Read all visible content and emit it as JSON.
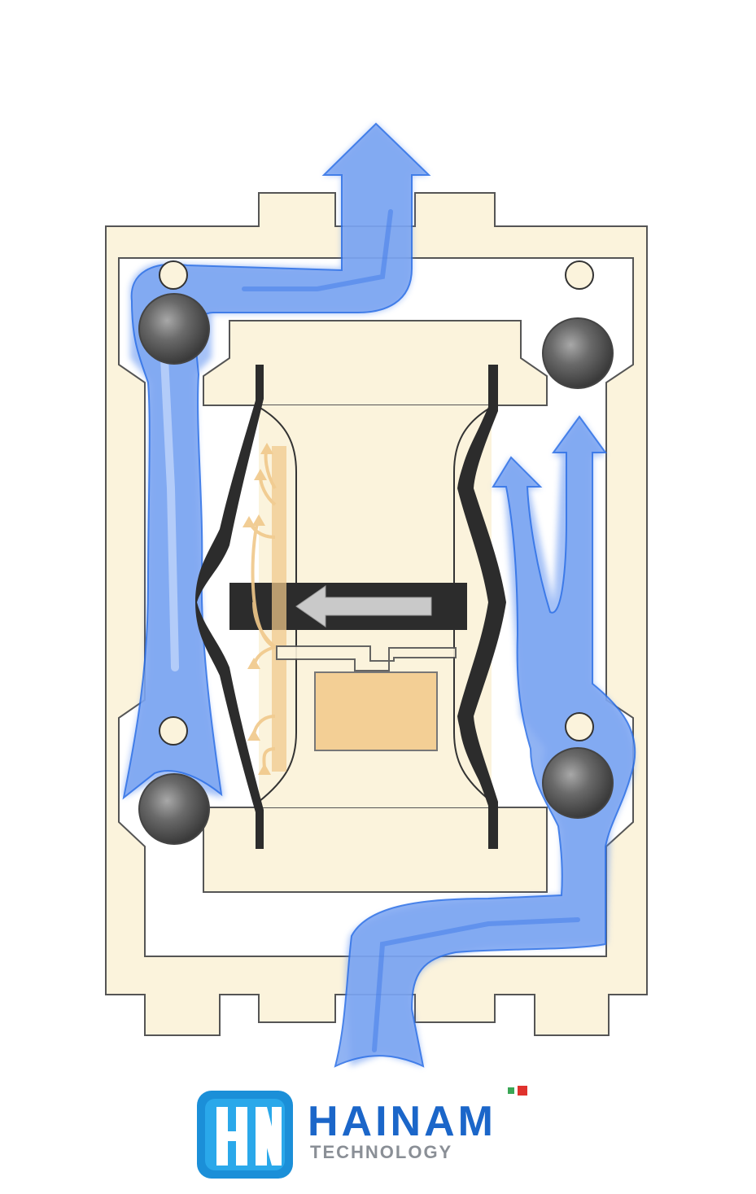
{
  "brand": {
    "name": "HAINAM",
    "subtitle": "TECHNOLOGY",
    "logo_monogram": "HN"
  },
  "colors": {
    "housing_fill": "#fbf3dc",
    "housing_stroke": "#555555",
    "fluid": "#5b8ff0",
    "fluid_stroke": "#2a6ee6",
    "diaphragm": "#2c2c2c",
    "air": "#f0c88a",
    "valve_block": "#f3cf95",
    "ball": "#555555",
    "brand_blue": "#1b66c9",
    "brand_gray": "#8a8f96",
    "brand_red": "#e0322d",
    "brand_green": "#3aa655"
  },
  "icons": [
    "check-ball-icon",
    "flow-arrow-icon",
    "direction-arrow-icon",
    "air-arrow-icon"
  ]
}
